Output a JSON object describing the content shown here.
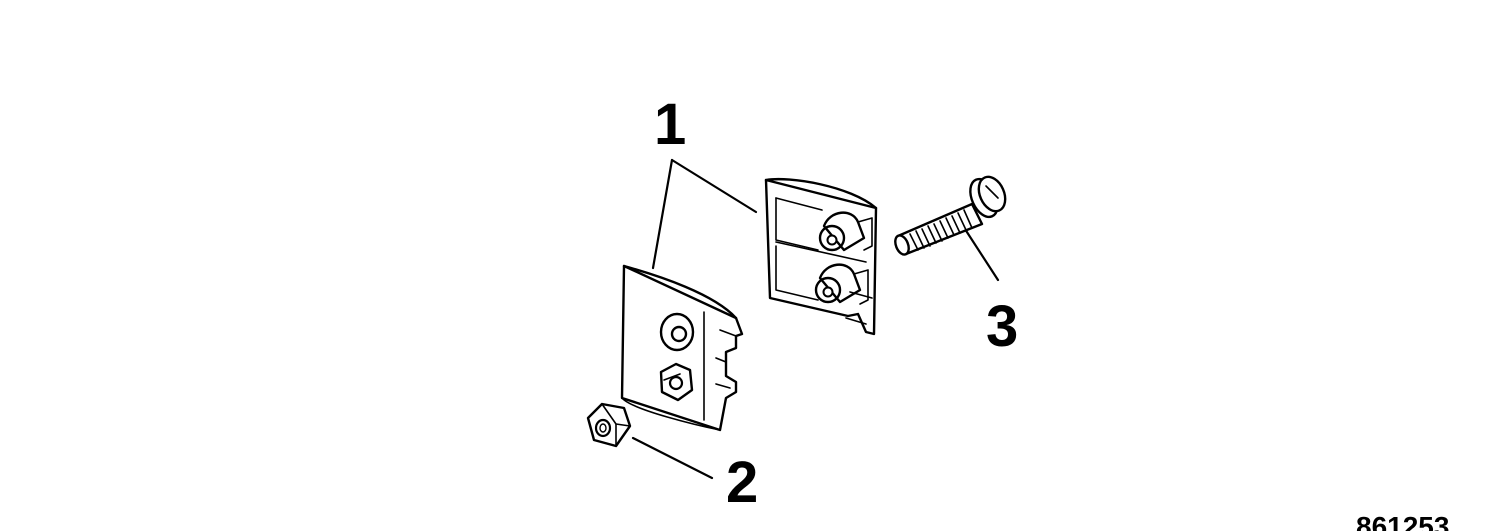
{
  "callouts": [
    {
      "id": "1",
      "label": "1"
    },
    {
      "id": "2",
      "label": "2"
    },
    {
      "id": "3",
      "label": "3"
    }
  ],
  "figure_number": "861253",
  "colors": {
    "ink": "#000000",
    "background": "#ffffff"
  }
}
